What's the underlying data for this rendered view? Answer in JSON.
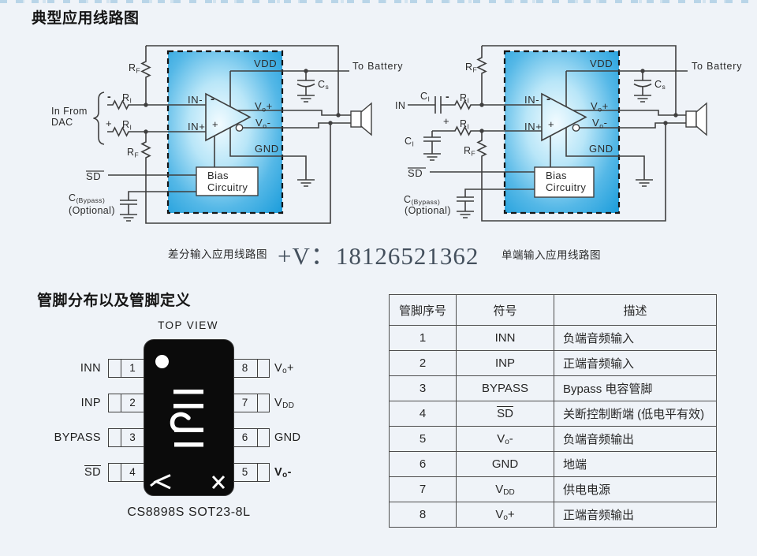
{
  "page": {
    "section1_title": "典型应用线路图",
    "section2_title": "管脚分布以及管脚定义"
  },
  "watermark": {
    "text": "+V：18126521362"
  },
  "captions": {
    "left": "差分输入应用线路图",
    "right": "单端输入应用线路图"
  },
  "circuit": {
    "to_battery": "To Battery",
    "in_from_dac_1": "In From",
    "in_from_dac_2": "DAC",
    "in_label": "IN",
    "vdd": "VDD",
    "gnd": "GND",
    "in_minus": "IN-",
    "in_plus": "IN+",
    "minus": "-",
    "plus": "+",
    "bias_1": "Bias",
    "bias_2": "Circuitry",
    "sd": "SD",
    "optional": "(Optional)",
    "rf": {
      "pre": "R",
      "sub": "F"
    },
    "ri": {
      "pre": "R",
      "sub": "I"
    },
    "ci": {
      "pre": "C",
      "sub": "I"
    },
    "cs": {
      "pre": "C",
      "sub": "s"
    },
    "cbypass": {
      "pre": "C",
      "sub": "(Bypass)"
    },
    "vo_plus": {
      "pre": "V",
      "sub": "o",
      "post": "+"
    },
    "vo_minus": {
      "pre": "V",
      "sub": "o",
      "post": "-"
    }
  },
  "pin_diagram": {
    "top_view": "TOP VIEW",
    "package_label": "CS8898S SOT23-8L",
    "left_pins": [
      {
        "num": "1",
        "name": "INN"
      },
      {
        "num": "2",
        "name": "INP"
      },
      {
        "num": "3",
        "name": "BYPASS"
      },
      {
        "num": "4",
        "name": "SD"
      }
    ],
    "right_pins": [
      {
        "num": "8",
        "name": {
          "pre": "V",
          "sub": "o",
          "post": "+"
        }
      },
      {
        "num": "7",
        "name": {
          "pre": "V",
          "sub": "DD",
          "post": ""
        }
      },
      {
        "num": "6",
        "name": {
          "pre": "GND",
          "sub": "",
          "post": ""
        }
      },
      {
        "num": "5",
        "name": {
          "pre": "V",
          "sub": "o",
          "post": "-"
        }
      }
    ]
  },
  "pin_table": {
    "headers": [
      "管脚序号",
      "符号",
      "描述"
    ],
    "rows": [
      {
        "num": "1",
        "sym": {
          "pre": "INN",
          "sub": "",
          "post": ""
        },
        "desc": "负端音频输入"
      },
      {
        "num": "2",
        "sym": {
          "pre": "INP",
          "sub": "",
          "post": ""
        },
        "desc": "正端音频输入"
      },
      {
        "num": "3",
        "sym": {
          "pre": "BYPASS",
          "sub": "",
          "post": ""
        },
        "desc": "Bypass 电容管脚"
      },
      {
        "num": "4",
        "sym": {
          "pre": "SD",
          "sub": "",
          "post": ""
        },
        "desc": "关断控制断端 (低电平有效)"
      },
      {
        "num": "5",
        "sym": {
          "pre": "V",
          "sub": "o",
          "post": "-"
        },
        "desc": "负端音频输出"
      },
      {
        "num": "6",
        "sym": {
          "pre": "GND",
          "sub": "",
          "post": ""
        },
        "desc": "地端"
      },
      {
        "num": "7",
        "sym": {
          "pre": "V",
          "sub": "DD",
          "post": ""
        },
        "desc": "供电电源"
      },
      {
        "num": "8",
        "sym": {
          "pre": "V",
          "sub": "o",
          "post": "+"
        },
        "desc": "正端音频输出"
      }
    ]
  },
  "colors": {
    "background": "#eff3f8",
    "box_blue_edge": "#209fdc",
    "box_blue_center": "#f2fbff",
    "wire": "#3f3f3f",
    "chip_black": "#0b0b0b",
    "table_border": "#4e4e4e",
    "watermark": "#44505d"
  }
}
